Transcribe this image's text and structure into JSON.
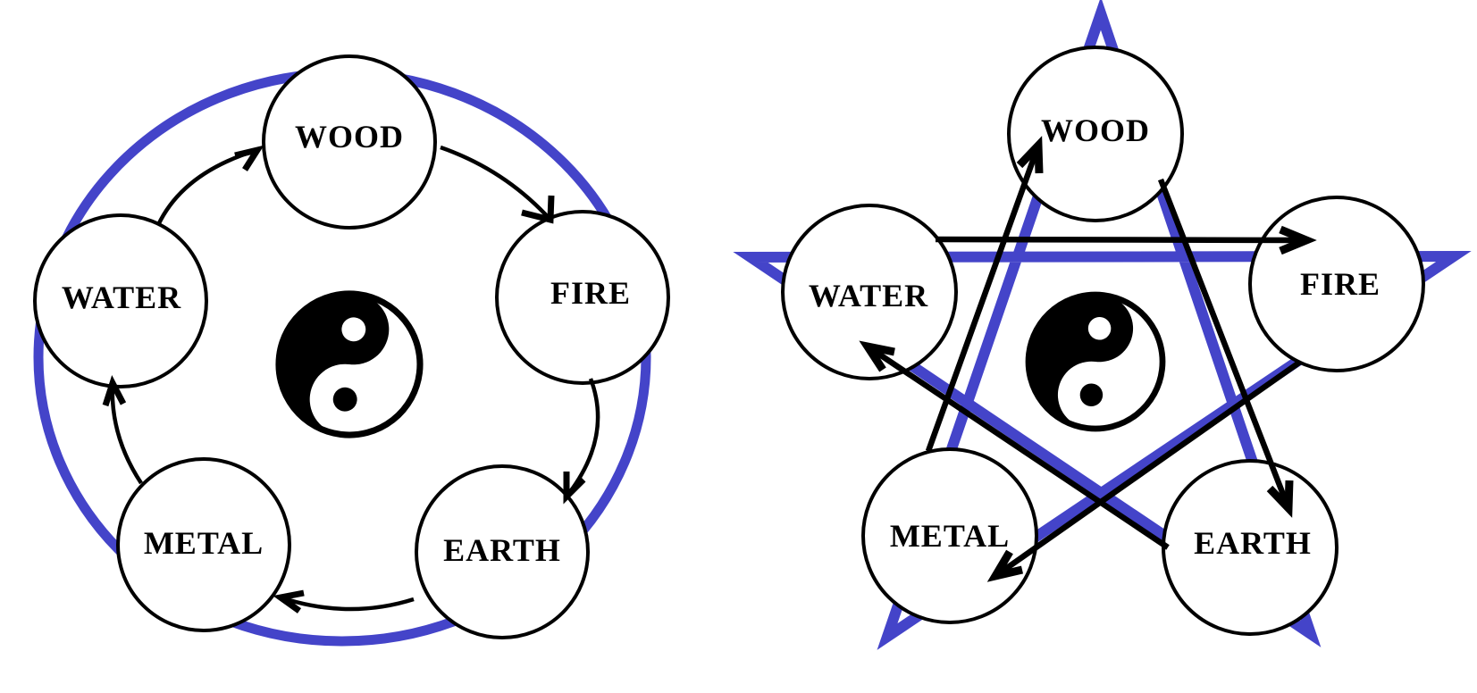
{
  "colors": {
    "background": "#ffffff",
    "ink": "#000000",
    "accent_blue": "#4444c9"
  },
  "left_diagram": {
    "ring_shape": "circle",
    "center_symbol": "yin-yang",
    "nodes": [
      {
        "label": "WOOD"
      },
      {
        "label": "FIRE"
      },
      {
        "label": "EARTH"
      },
      {
        "label": "METAL"
      },
      {
        "label": "WATER"
      }
    ],
    "arrows": [
      {
        "from": "WATER",
        "to": "WOOD"
      },
      {
        "from": "WOOD",
        "to": "FIRE"
      },
      {
        "from": "FIRE",
        "to": "EARTH"
      },
      {
        "from": "EARTH",
        "to": "METAL"
      },
      {
        "from": "METAL",
        "to": "WATER"
      }
    ]
  },
  "right_diagram": {
    "ring_shape": "pentagram",
    "center_symbol": "yin-yang",
    "nodes": [
      {
        "label": "WOOD"
      },
      {
        "label": "FIRE"
      },
      {
        "label": "EARTH"
      },
      {
        "label": "METAL"
      },
      {
        "label": "WATER"
      }
    ],
    "arrows": [
      {
        "from": "WATER",
        "to": "FIRE"
      },
      {
        "from": "FIRE",
        "to": "METAL"
      },
      {
        "from": "METAL",
        "to": "WOOD"
      },
      {
        "from": "WOOD",
        "to": "EARTH"
      },
      {
        "from": "EARTH",
        "to": "WATER"
      }
    ]
  }
}
